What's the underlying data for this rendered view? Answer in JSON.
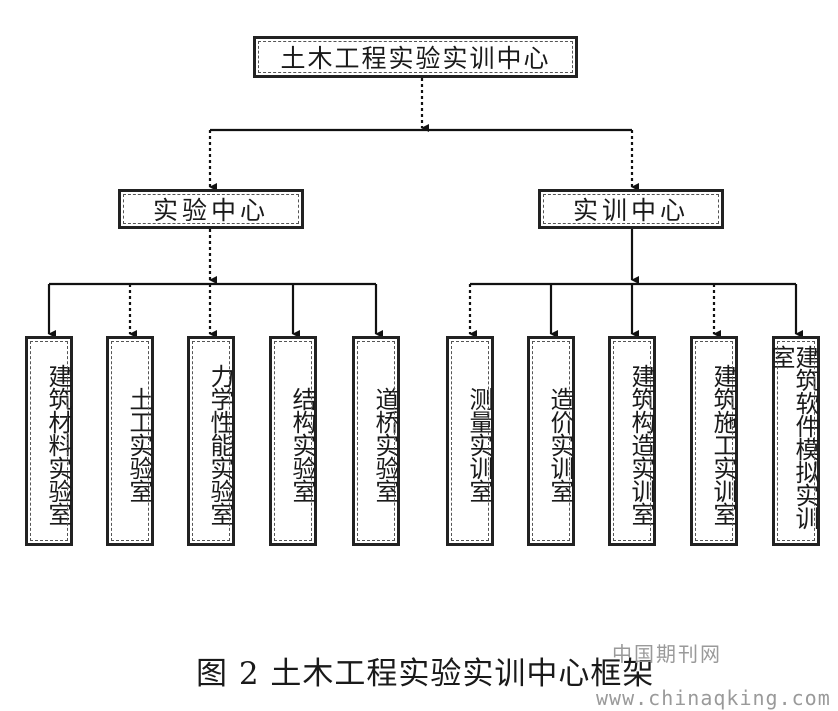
{
  "root": "土木工程实验实训中心",
  "centers": [
    {
      "label": "实验中心",
      "labs": [
        "建筑材料实验室",
        "土工实验室",
        "力学性能实验室",
        "结构实验室",
        "道桥实验室"
      ]
    },
    {
      "label": "实训中心",
      "labs": [
        "测量实训室",
        "造价实训室",
        "建筑构造实训室",
        "建筑施工实训室",
        "建筑软件模拟实训室"
      ]
    }
  ],
  "caption": "图 2  土木工程实验实训中心框架",
  "watermark": {
    "line1": "中国期刊网",
    "line2": "www.chinaqking.com"
  }
}
